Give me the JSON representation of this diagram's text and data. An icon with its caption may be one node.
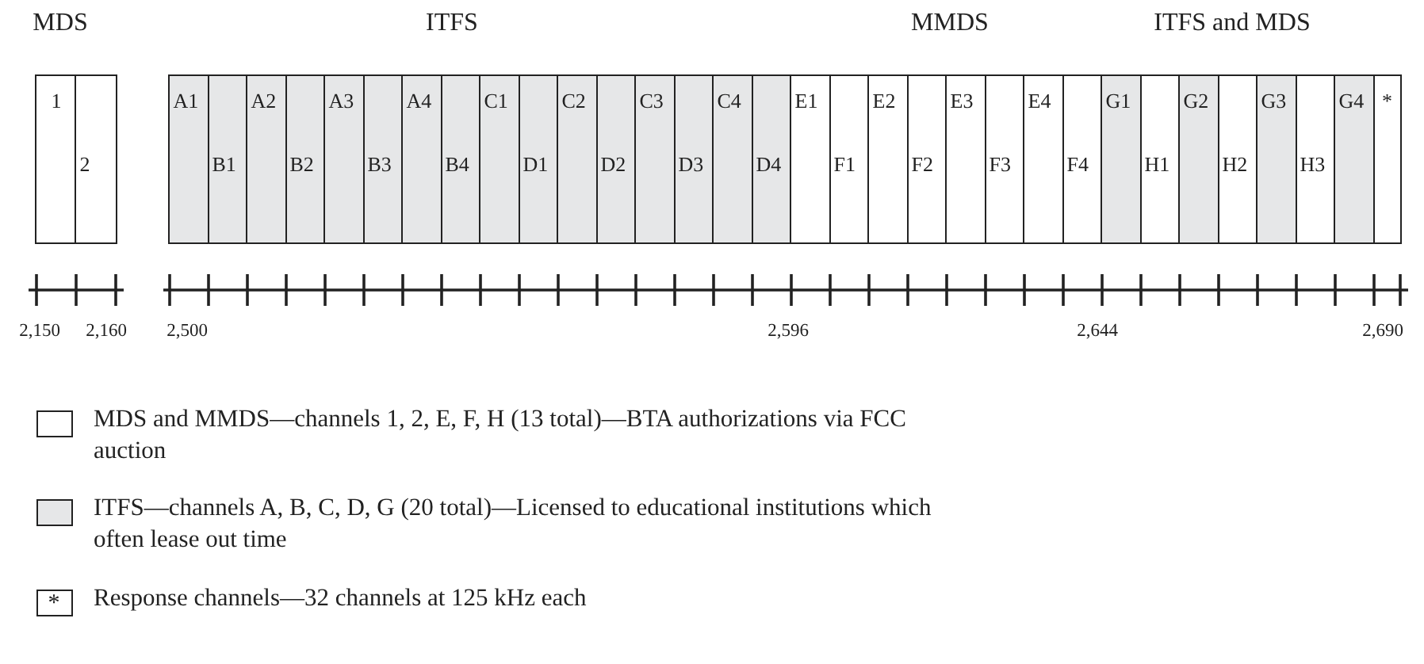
{
  "diagram": {
    "nodes": [
      {
        "text": [
          "1"
        ]
      },
      {
        "text": [
          "2"
        ]
      },
      {
        "text": [
          "A1"
        ]
      },
      {
        "text": [
          "B1"
        ]
      },
      {
        "text": [
          "A2"
        ]
      },
      {
        "text": [
          "B2"
        ]
      },
      {
        "text": [
          "A3"
        ]
      },
      {
        "text": [
          "B3"
        ]
      },
      {
        "text": [
          "A4"
        ]
      },
      {
        "text": [
          "B4"
        ]
      },
      {
        "text": [
          "C1"
        ]
      },
      {
        "text": [
          "D1"
        ]
      },
      {
        "text": [
          "C2"
        ]
      },
      {
        "text": [
          "D2"
        ]
      },
      {
        "text": [
          "C3"
        ]
      },
      {
        "text": [
          "D3"
        ]
      },
      {
        "text": [
          "C4"
        ]
      },
      {
        "text": [
          "D4"
        ]
      },
      {
        "text": [
          "E1"
        ]
      },
      {
        "text": [
          "F1"
        ]
      },
      {
        "text": [
          "E2"
        ]
      },
      {
        "text": [
          "F2"
        ]
      },
      {
        "text": [
          "E3"
        ]
      },
      {
        "text": [
          "F3"
        ]
      },
      {
        "text": [
          "E4"
        ]
      },
      {
        "text": [
          "F4"
        ]
      },
      {
        "text": [
          "G1"
        ]
      },
      {
        "text": [
          "H1"
        ]
      },
      {
        "text": [
          "G2"
        ]
      },
      {
        "text": [
          "H2"
        ]
      },
      {
        "text": [
          "G3"
        ]
      },
      {
        "text": [
          "H3"
        ]
      },
      {
        "text": [
          "G4"
        ]
      },
      {
        "text": [
          "*"
        ]
      }
    ],
    "labels": [
      "MDS",
      "ITFS",
      "MMDS",
      "ITFS and MDS",
      "2,150",
      "2,160",
      "2,500",
      "2,596",
      "2,644",
      "2,690",
      "*"
    ],
    "legend": [
      {
        "text": "MDS and MMDS—channels 1, 2, E, F, H (13 total)—BTA authorizations via FCC auction",
        "color": "#ffffff"
      },
      {
        "text": "ITFS—channels A, B, C, D, G (20 total)—Licensed to educational institutions which often lease out time",
        "color": "#e6e7e8"
      },
      {
        "text": "Response channels—32 channels at 125 kHz each",
        "color": "#ffffff"
      }
    ]
  }
}
